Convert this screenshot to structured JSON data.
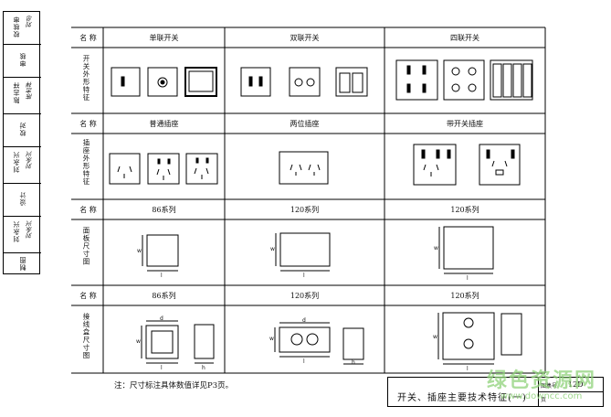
{
  "sidebar": {
    "cells": [
      {
        "label": "校核审",
        "sign": "刘总"
      },
      {
        "label": "审核",
        "sign": ""
      },
      {
        "label": "陈志祥",
        "sign": "陈志祥"
      },
      {
        "label": "校对",
        "sign": ""
      },
      {
        "label": "刘永兴",
        "sign": "刘永兴"
      },
      {
        "label": "设计",
        "sign": ""
      },
      {
        "label": "刘永兴",
        "sign": "刘永兴"
      },
      {
        "label": "制图",
        "sign": ""
      }
    ]
  },
  "table": {
    "name_label": "名 称",
    "rows": {
      "switch_names": [
        "单联开关",
        "双联开关",
        "四联开关"
      ],
      "switch_row_label": "开关外形特征",
      "socket_names": [
        "普通插座",
        "两位插座",
        "带开关插座"
      ],
      "socket_row_label": "插座外形特征",
      "panel_names": [
        "86系列",
        "120系列",
        "120系列"
      ],
      "panel_row_label": "面板尺寸图",
      "box_names": [
        "86系列",
        "120系列",
        "120系列"
      ],
      "box_row_label": "接线盒尺寸图"
    }
  },
  "dims": {
    "d": "d",
    "w": "w",
    "l": "l",
    "h": "h"
  },
  "note": "注：尺寸标注具体数值详见P3页。",
  "title_block": {
    "title": "开关、插座主要技术特征(一)",
    "atlas_label": "图集号",
    "atlas_value": "12D",
    "page_label": "页"
  },
  "watermark": {
    "text": "绿色资源网",
    "url": "www.downcc.com"
  }
}
